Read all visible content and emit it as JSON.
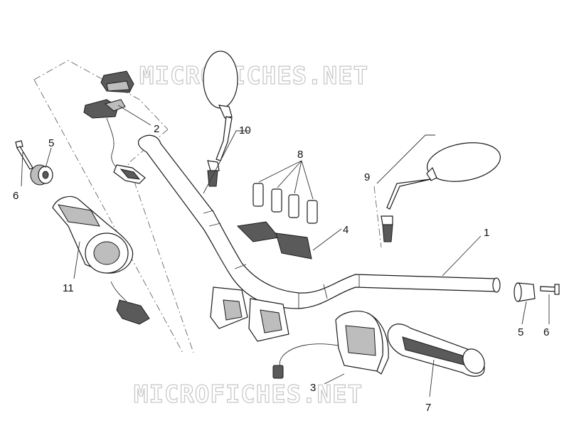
{
  "watermark": {
    "text": "MICROFICHES.NET"
  },
  "callouts": {
    "c1": "1",
    "c2": "2",
    "c3": "3",
    "c4": "4",
    "c5_left": "5",
    "c5_right": "5",
    "c6_left": "6",
    "c6_right": "6",
    "c7": "7",
    "c8": "8",
    "c9": "9",
    "c10": "10",
    "c11": "11"
  },
  "colors": {
    "line": "#1a1a1a",
    "watermark": "#c9c9c9",
    "shade_dark": "#5a5a5a",
    "shade_mid": "#bdbdbd"
  }
}
